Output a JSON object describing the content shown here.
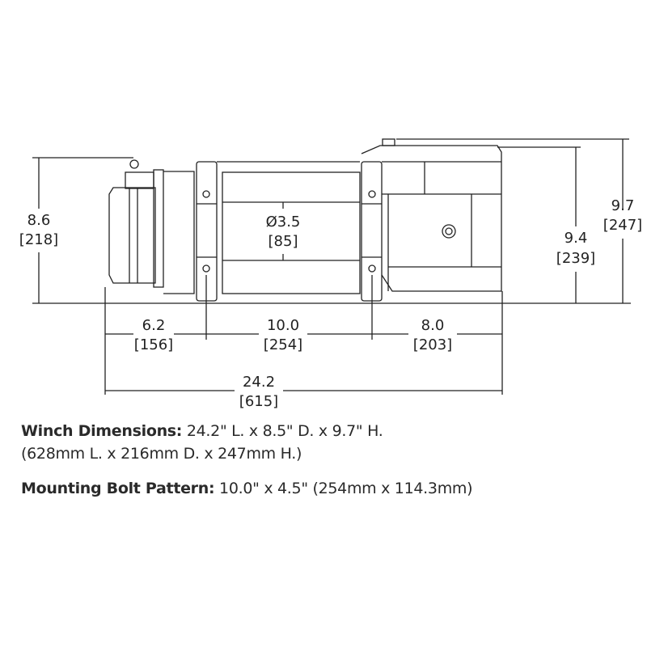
{
  "diagram": {
    "height_left": {
      "in": "8.6",
      "mm": "[218]"
    },
    "height_motor": {
      "in": "9.4",
      "mm": "[239]"
    },
    "height_total": {
      "in": "9.7",
      "mm": "[247]"
    },
    "drum_diameter": {
      "in": "Ø3.5",
      "mm": "[85]"
    },
    "len_left": {
      "in": "6.2",
      "mm": "[156]"
    },
    "len_mid": {
      "in": "10.0",
      "mm": "[254]"
    },
    "len_right": {
      "in": "8.0",
      "mm": "[203]"
    },
    "len_total": {
      "in": "24.2",
      "mm": "[615]"
    }
  },
  "specs": {
    "dimensions_label": "Winch Dimensions:",
    "dimensions_value": "24.2\" L. x 8.5\" D. x 9.7\" H.",
    "dimensions_metric": "(628mm L. x 216mm D. x 247mm H.)",
    "bolt_label": "Mounting Bolt Pattern:",
    "bolt_value": "10.0\" x 4.5\" (254mm x 114.3mm)"
  }
}
